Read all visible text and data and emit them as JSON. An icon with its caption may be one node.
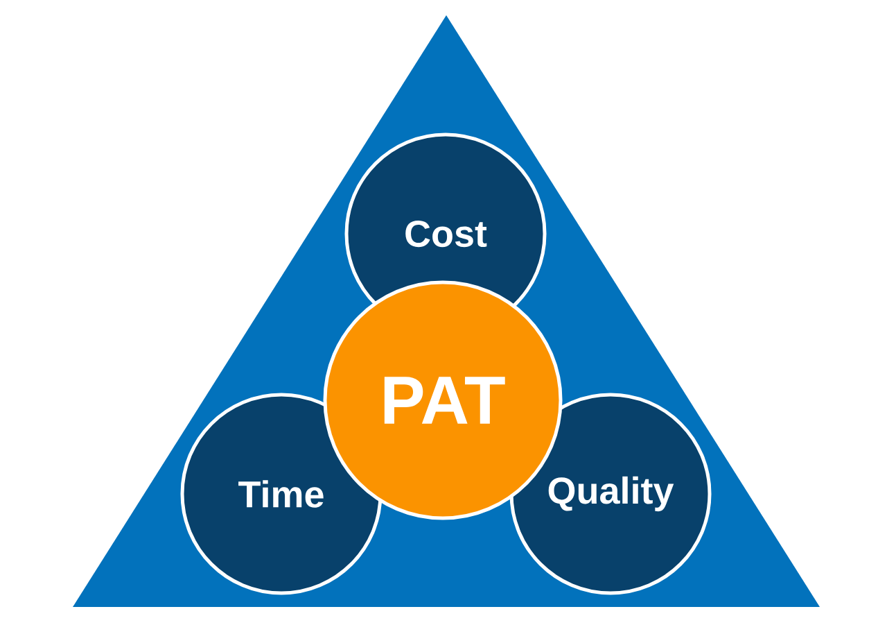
{
  "diagram": {
    "nodes": [
      {
        "text": [],
        "shape": "triangle"
      },
      {
        "text": [
          "Cost"
        ],
        "in": 0
      },
      {
        "text": [
          "PAT"
        ],
        "in": 0
      },
      {
        "text": [
          "Time"
        ],
        "in": 0
      },
      {
        "text": [
          "Quality"
        ],
        "in": 0
      }
    ]
  }
}
